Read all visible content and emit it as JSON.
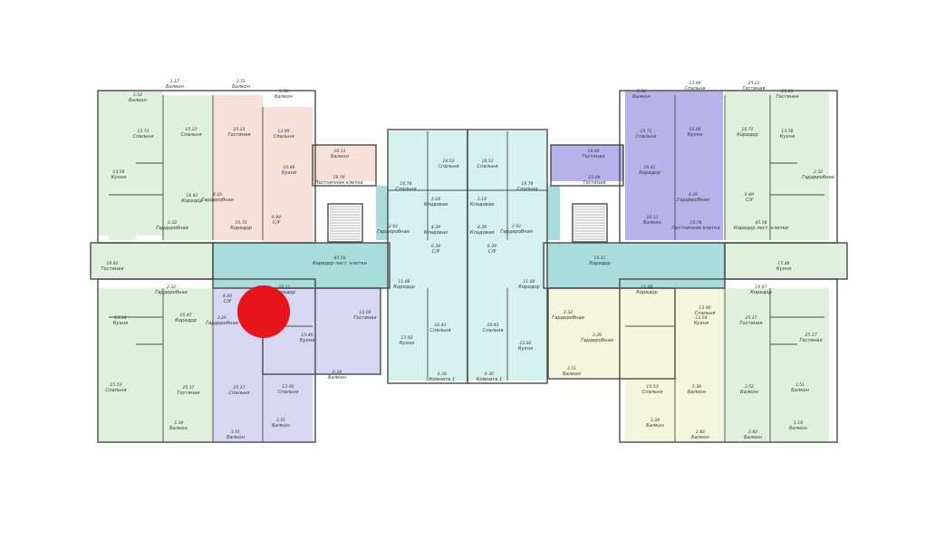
{
  "colors": {
    "green": "#dff0dc",
    "peach": "#f7e0d8",
    "lavender": "#d8d6f2",
    "purple": "#b9b1ea",
    "cyan": "#d5f1ef",
    "corridor": "#a9dcdc",
    "yellow": "#f3f5dc",
    "wall": "#4a4a4a",
    "marker": "#e8141c"
  },
  "marker": {
    "icon": "red-dot-marker"
  },
  "labels": [
    {
      "t": "Балкон",
      "a": "3.52"
    },
    {
      "t": "Балкон",
      "a": "1.17"
    },
    {
      "t": "Балкон",
      "a": "3.51"
    },
    {
      "t": "Балкон",
      "a": "3.52"
    },
    {
      "t": "Спальня",
      "a": "15.73"
    },
    {
      "t": "Спальня",
      "a": "25.23"
    },
    {
      "t": "Гостиная",
      "a": "25.23"
    },
    {
      "t": "Спальня",
      "a": "13.99"
    },
    {
      "t": "Кухня",
      "a": "13.56"
    },
    {
      "t": "Коридор",
      "a": "16.41"
    },
    {
      "t": "Гардеробная",
      "a": "4.20"
    },
    {
      "t": "Кухня",
      "a": "10.86"
    },
    {
      "t": "Коридор",
      "a": "10.72"
    },
    {
      "t": "С/У",
      "a": "6.89"
    },
    {
      "t": "Гардеробная",
      "a": "2.32"
    },
    {
      "t": "Балкон",
      "a": "10.11"
    },
    {
      "t": "Лестничная клетка",
      "a": "16.78"
    },
    {
      "t": "Гостиная",
      "a": "18.92"
    },
    {
      "t": "Коридор лест. клетки",
      "a": "45.58"
    },
    {
      "t": "Спальня",
      "a": "16.74"
    },
    {
      "t": "Спальня",
      "a": "18.52"
    },
    {
      "t": "Спальня",
      "a": "18.52"
    },
    {
      "t": "Спальня",
      "a": "16.74"
    },
    {
      "t": "Кладовая",
      "a": "3.18"
    },
    {
      "t": "Кладовая",
      "a": "3.18"
    },
    {
      "t": "Гардеробная",
      "a": "2.92"
    },
    {
      "t": "Кладовая",
      "a": "4.39"
    },
    {
      "t": "Кладовая",
      "a": "4.39"
    },
    {
      "t": "Гардеробная",
      "a": "2.92"
    },
    {
      "t": "С/У",
      "a": "6.39"
    },
    {
      "t": "С/У",
      "a": "6.39"
    },
    {
      "t": "Коридор",
      "a": "11.86"
    },
    {
      "t": "Коридор",
      "a": "11.86"
    },
    {
      "t": "Кухня",
      "a": "13.92"
    },
    {
      "t": "Спальня",
      "a": "20.43"
    },
    {
      "t": "Спальня",
      "a": "20.43"
    },
    {
      "t": "Кухня",
      "a": "13.92"
    },
    {
      "t": "Комната 1",
      "a": "6.36"
    },
    {
      "t": "Комната 1",
      "a": "6.36"
    },
    {
      "t": "Гардеробная",
      "a": "2.32"
    },
    {
      "t": "Кухня",
      "a": "13.54"
    },
    {
      "t": "Коридор",
      "a": "16.47"
    },
    {
      "t": "С/У",
      "a": "4.09"
    },
    {
      "t": "Гардеробная",
      "a": "3.26"
    },
    {
      "t": "Коридор",
      "a": "10.11"
    },
    {
      "t": "Гостиная",
      "a": "23.09"
    },
    {
      "t": "Кухня",
      "a": "15.48"
    },
    {
      "t": "Спальня",
      "a": "15.53"
    },
    {
      "t": "Гостиная",
      "a": "25.17"
    },
    {
      "t": "Спальня",
      "a": "25.17"
    },
    {
      "t": "Спальня",
      "a": "13.90"
    },
    {
      "t": "Балкон",
      "a": "6.34"
    },
    {
      "t": "Балкон",
      "a": "3.34"
    },
    {
      "t": "Балкон",
      "a": "3.51"
    },
    {
      "t": "Балкон",
      "a": "3.51"
    },
    {
      "t": "Балкон",
      "a": "3.52"
    },
    {
      "t": "Спальня",
      "a": "13.99"
    },
    {
      "t": "Гостиная",
      "a": "25.23"
    },
    {
      "t": "Гостиная",
      "a": "25.23"
    },
    {
      "t": "Спальня",
      "a": "15.71"
    },
    {
      "t": "Кухня",
      "a": "10.86"
    },
    {
      "t": "Коридор",
      "a": "10.72"
    },
    {
      "t": "Кухня",
      "a": "13.56"
    },
    {
      "t": "Коридор",
      "a": "16.41"
    },
    {
      "t": "Гардеробная",
      "a": "4.20"
    },
    {
      "t": "С/У",
      "a": "6.89"
    },
    {
      "t": "Гардеробная",
      "a": "2.32"
    },
    {
      "t": "Балкон",
      "a": "10.11"
    },
    {
      "t": "Лестничная клетка",
      "a": "16.78"
    },
    {
      "t": "Коридор лест. клетки",
      "a": "45.58"
    },
    {
      "t": "Гостиная",
      "a": "18.92"
    },
    {
      "t": "Гостиная",
      "a": "23.09"
    },
    {
      "t": "Коридор",
      "a": "10.11"
    },
    {
      "t": "Кухня",
      "a": "15.48"
    },
    {
      "t": "Гардеробная",
      "a": "2.32"
    },
    {
      "t": "Коридор",
      "a": "11.86"
    },
    {
      "t": "Гардеробная",
      "a": "3.26"
    },
    {
      "t": "Коридор",
      "a": "16.47"
    },
    {
      "t": "Кухня",
      "a": "13.54"
    },
    {
      "t": "Спальня",
      "a": "13.90"
    },
    {
      "t": "Гостиная",
      "a": "25.17"
    },
    {
      "t": "Гостиная",
      "a": "25.17"
    },
    {
      "t": "Спальня",
      "a": "15.53"
    },
    {
      "t": "Балкон",
      "a": "5.36"
    },
    {
      "t": "Балкон",
      "a": "3.52"
    },
    {
      "t": "Балкон",
      "a": "3.51"
    },
    {
      "t": "Балкон",
      "a": "3.51"
    },
    {
      "t": "Балкон",
      "a": "3.34"
    },
    {
      "t": "Балкон",
      "a": "2.82"
    },
    {
      "t": "Балкон",
      "a": "2.82"
    },
    {
      "t": "Балкон",
      "a": "1.18"
    }
  ]
}
